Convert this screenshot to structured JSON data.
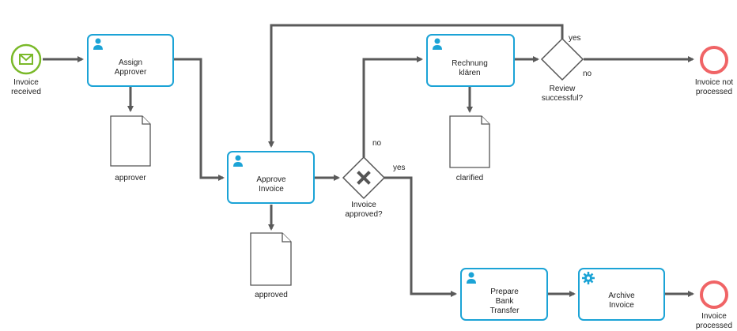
{
  "colors": {
    "task_border": "#1BA3D6",
    "start_event": "#7AB929",
    "end_event": "#F06466",
    "flow": "#5a5a5a",
    "user_icon": "#1BA3D6"
  },
  "events": {
    "start": {
      "label_line1": "Invoice",
      "label_line2": "received",
      "icon": "envelope-icon"
    },
    "end_not_processed": {
      "label_line1": "Invoice not",
      "label_line2": "processed"
    },
    "end_processed": {
      "label_line1": "Invoice",
      "label_line2": "processed"
    }
  },
  "tasks": {
    "assign_approver": {
      "line1": "Assign",
      "line2": "Approver",
      "icon": "user-icon"
    },
    "approve_invoice": {
      "line1": "Approve",
      "line2": "Invoice",
      "icon": "user-icon"
    },
    "rechnung_klaeren": {
      "line1": "Rechnung",
      "line2": "klären",
      "icon": "user-icon"
    },
    "prepare_bank_transfer": {
      "line1": "Prepare",
      "line2": "Bank",
      "line3": "Transfer",
      "icon": "user-icon"
    },
    "archive_invoice": {
      "line1": "Archive",
      "line2": "Invoice",
      "icon": "gear-icon"
    }
  },
  "documents": {
    "approver": "approver",
    "approved": "approved",
    "clarified": "clarified"
  },
  "gateways": {
    "invoice_approved": {
      "line1": "Invoice",
      "line2": "approved?"
    },
    "review_successful": {
      "line1": "Review",
      "line2": "successful?"
    }
  },
  "flow_labels": {
    "approved_no": "no",
    "approved_yes": "yes",
    "review_yes": "yes",
    "review_no": "no"
  }
}
